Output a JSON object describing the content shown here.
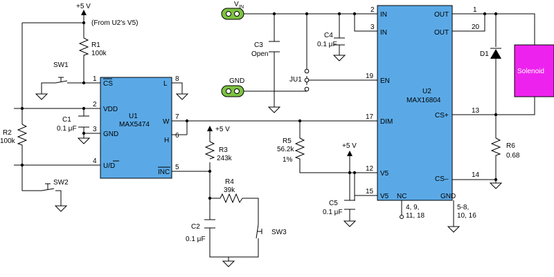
{
  "supply_top_label": "+5 V",
  "supply_note": "(From U2's V5)",
  "supply_r3_label": "+5 V",
  "supply_v5_label": "+5 V",
  "vin_terminal": {
    "name": "V",
    "sub": "IN"
  },
  "gnd_terminal": {
    "name": "GND"
  },
  "u1": {
    "ref": "U1",
    "part": "MAX5474",
    "pins": {
      "cs": {
        "num": "1",
        "name": "CS"
      },
      "vdd": {
        "num": "2",
        "name": "VDD"
      },
      "gnd": {
        "num": "3",
        "name": "GND"
      },
      "ud": {
        "num": "4",
        "name": "U/D"
      },
      "inc": {
        "num": "5",
        "name": "INC"
      },
      "h": {
        "num": "6",
        "name": "H"
      },
      "w": {
        "num": "7",
        "name": "W"
      },
      "l": {
        "num": "8",
        "name": "L"
      }
    }
  },
  "u2": {
    "ref": "U2",
    "part": "MAX16804",
    "pins": {
      "in1": {
        "num": "2",
        "name": "IN"
      },
      "in2": {
        "num": "3",
        "name": "IN"
      },
      "en": {
        "num": "19",
        "name": "EN"
      },
      "dim": {
        "num": "17",
        "name": "DIM"
      },
      "v5a": {
        "num": "12",
        "name": "V5"
      },
      "v5b": {
        "num": "15",
        "name": "V5"
      },
      "out1": {
        "num": "1",
        "name": "OUT"
      },
      "out2": {
        "num": "20",
        "name": "OUT"
      },
      "csp": {
        "num": "13",
        "name": "CS+"
      },
      "csm": {
        "num": "14",
        "name": "CS–"
      },
      "nc": {
        "name": "NC",
        "pins": [
          "4, 9,",
          "11, 18"
        ]
      },
      "gnd": {
        "name": "GND",
        "pins": [
          "5-8,",
          "10, 16"
        ]
      }
    }
  },
  "r1": {
    "ref": "R1",
    "value": "100k"
  },
  "r2": {
    "ref": "R2",
    "value": "100k"
  },
  "r3": {
    "ref": "R3",
    "value": "243k"
  },
  "r4": {
    "ref": "R4",
    "value": "39k"
  },
  "r5": {
    "ref": "R5",
    "value": "56.2k",
    "tol": "1%"
  },
  "r6": {
    "ref": "R6",
    "value": "0.68"
  },
  "c1": {
    "ref": "C1",
    "value": "0.1 μF"
  },
  "c2": {
    "ref": "C2",
    "value": "0.1 μF"
  },
  "c3": {
    "ref": "C3",
    "value": "Open"
  },
  "c4": {
    "ref": "C4",
    "value": "0.1 μF"
  },
  "c5": {
    "ref": "C5",
    "value": "0.1 μF"
  },
  "d1": {
    "ref": "D1"
  },
  "sw1": {
    "ref": "SW1"
  },
  "sw2": {
    "ref": "SW2"
  },
  "sw3": {
    "ref": "SW3"
  },
  "ju1": {
    "ref": "JU1"
  },
  "solenoid": {
    "label": "Solenoid"
  },
  "colors": {
    "chip": "#5aa9e6",
    "solenoid": "#ee22ee",
    "terminal": "#7cc242"
  }
}
